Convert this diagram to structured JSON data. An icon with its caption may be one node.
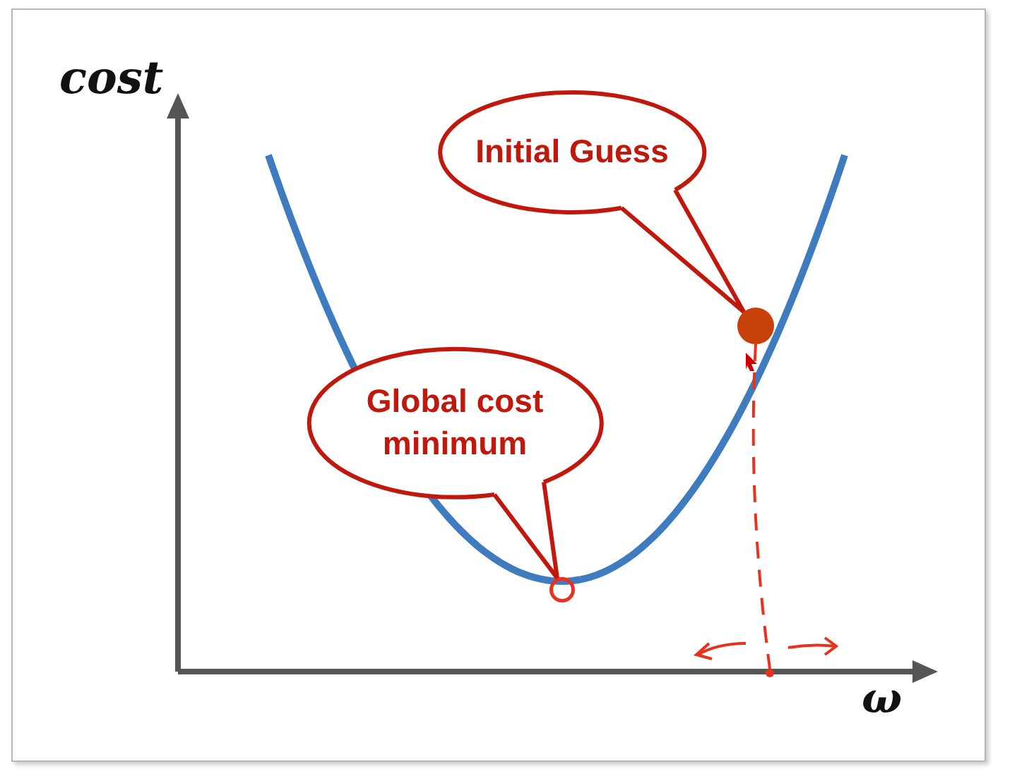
{
  "diagram": {
    "nodes": [
      {
        "text": [
          "Initial Guess"
        ]
      },
      {
        "text": [],
        "shape": "circle"
      },
      {
        "text": [
          "Global cost minimum"
        ]
      },
      {
        "text": [],
        "shape": "circle"
      },
      {
        "text": [],
        "shape": "circle"
      }
    ],
    "edges": [
      {
        "from": 0,
        "to": 1,
        "arrow": "none"
      },
      {
        "from": 2,
        "to": 3,
        "arrow": "none"
      },
      {
        "from": 1,
        "to": 4,
        "arrow": "none",
        "style": "dashed",
        "color": "#e8321e"
      }
    ],
    "labels": [
      "cost",
      "ω"
    ]
  }
}
